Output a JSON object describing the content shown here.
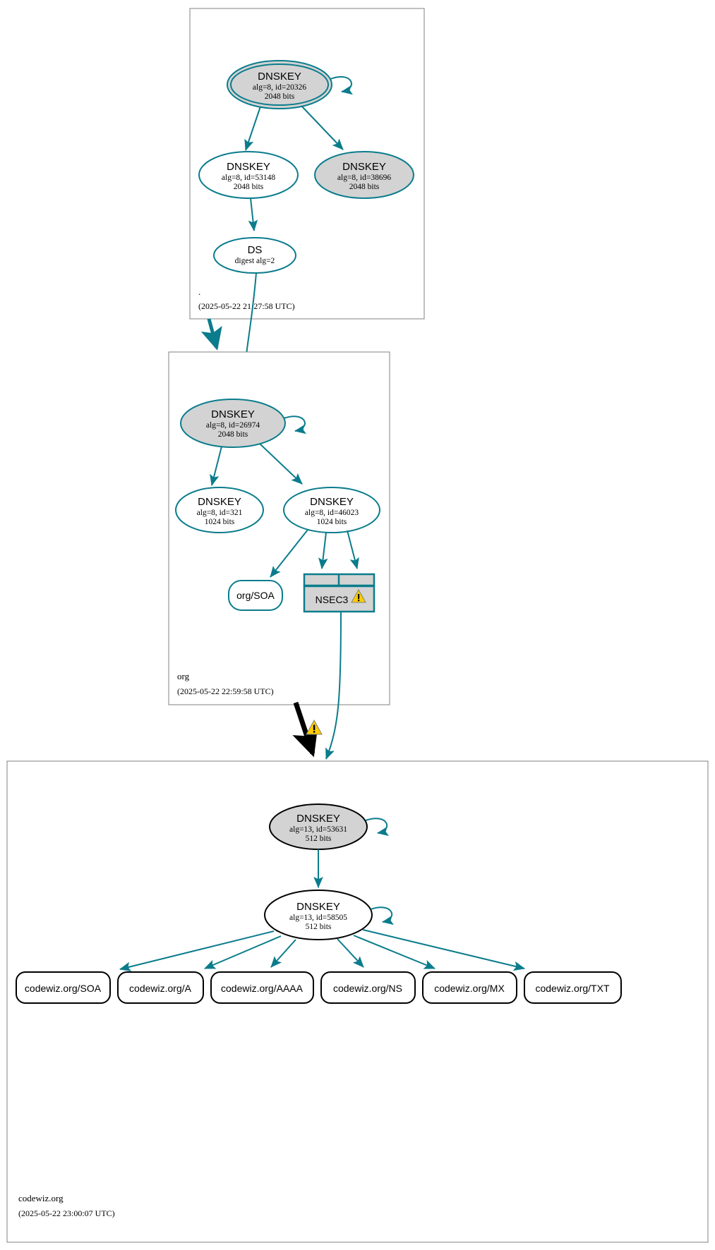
{
  "diagram": {
    "type": "dnssec-authentication-chain",
    "colors": {
      "edge": "#0a7c8c",
      "secure_fill": "#d3d3d3",
      "insecure_fill": "#ffffff",
      "warning": "#ffcc00",
      "zone_border": "#808080"
    }
  },
  "zones": [
    {
      "id": "root",
      "label": ".",
      "timestamp": "(2025-05-22 21:27:58 UTC)",
      "nodes": [
        {
          "id": "root-ksk",
          "title": "DNSKEY",
          "line2": "alg=8, id=20326",
          "line3": "2048 bits",
          "role": "ksk-trust-anchor",
          "self_sign": true
        },
        {
          "id": "root-zsk-53148",
          "title": "DNSKEY",
          "line2": "alg=8, id=53148",
          "line3": "2048 bits",
          "role": "zsk",
          "self_sign": false
        },
        {
          "id": "root-zsk-38696",
          "title": "DNSKEY",
          "line2": "alg=8, id=38696",
          "line3": "2048 bits",
          "role": "zsk-secure",
          "self_sign": false
        },
        {
          "id": "root-ds",
          "title": "DS",
          "line2": "digest alg=2",
          "line3": "",
          "role": "ds",
          "self_sign": false
        }
      ]
    },
    {
      "id": "org",
      "label": "org",
      "timestamp": "(2025-05-22 22:59:58 UTC)",
      "nodes": [
        {
          "id": "org-ksk",
          "title": "DNSKEY",
          "line2": "alg=8, id=26974",
          "line3": "2048 bits",
          "role": "ksk-secure",
          "self_sign": true
        },
        {
          "id": "org-zsk-321",
          "title": "DNSKEY",
          "line2": "alg=8, id=321",
          "line3": "1024 bits",
          "role": "zsk",
          "self_sign": false
        },
        {
          "id": "org-zsk-46023",
          "title": "DNSKEY",
          "line2": "alg=8, id=46023",
          "line3": "1024 bits",
          "role": "zsk",
          "self_sign": false
        }
      ],
      "rrsets": [
        {
          "id": "org-soa",
          "label": "org/SOA"
        }
      ],
      "nsec": {
        "id": "org-nsec3",
        "label": "NSEC3",
        "has_warning": true
      }
    },
    {
      "id": "codewiz",
      "label": "codewiz.org",
      "timestamp": "(2025-05-22 23:00:07 UTC)",
      "nodes": [
        {
          "id": "cw-ksk",
          "title": "DNSKEY",
          "line2": "alg=13, id=53631",
          "line3": "512 bits",
          "role": "ksk-insecure",
          "self_sign": true
        },
        {
          "id": "cw-zsk",
          "title": "DNSKEY",
          "line2": "alg=13, id=58505",
          "line3": "512 bits",
          "role": "zsk-insecure",
          "self_sign": true
        }
      ],
      "rrsets": [
        {
          "id": "cw-soa",
          "label": "codewiz.org/SOA"
        },
        {
          "id": "cw-a",
          "label": "codewiz.org/A"
        },
        {
          "id": "cw-aaaa",
          "label": "codewiz.org/AAAA"
        },
        {
          "id": "cw-ns",
          "label": "codewiz.org/NS"
        },
        {
          "id": "cw-mx",
          "label": "codewiz.org/MX"
        },
        {
          "id": "cw-txt",
          "label": "codewiz.org/TXT"
        }
      ]
    }
  ],
  "delegations": [
    {
      "id": "root-to-org",
      "from": "root",
      "to": "org",
      "style": "bold-secure",
      "has_warning": false
    },
    {
      "id": "org-to-codewiz",
      "from": "org",
      "to": "codewiz",
      "style": "bold-bogus",
      "has_warning": true
    }
  ]
}
